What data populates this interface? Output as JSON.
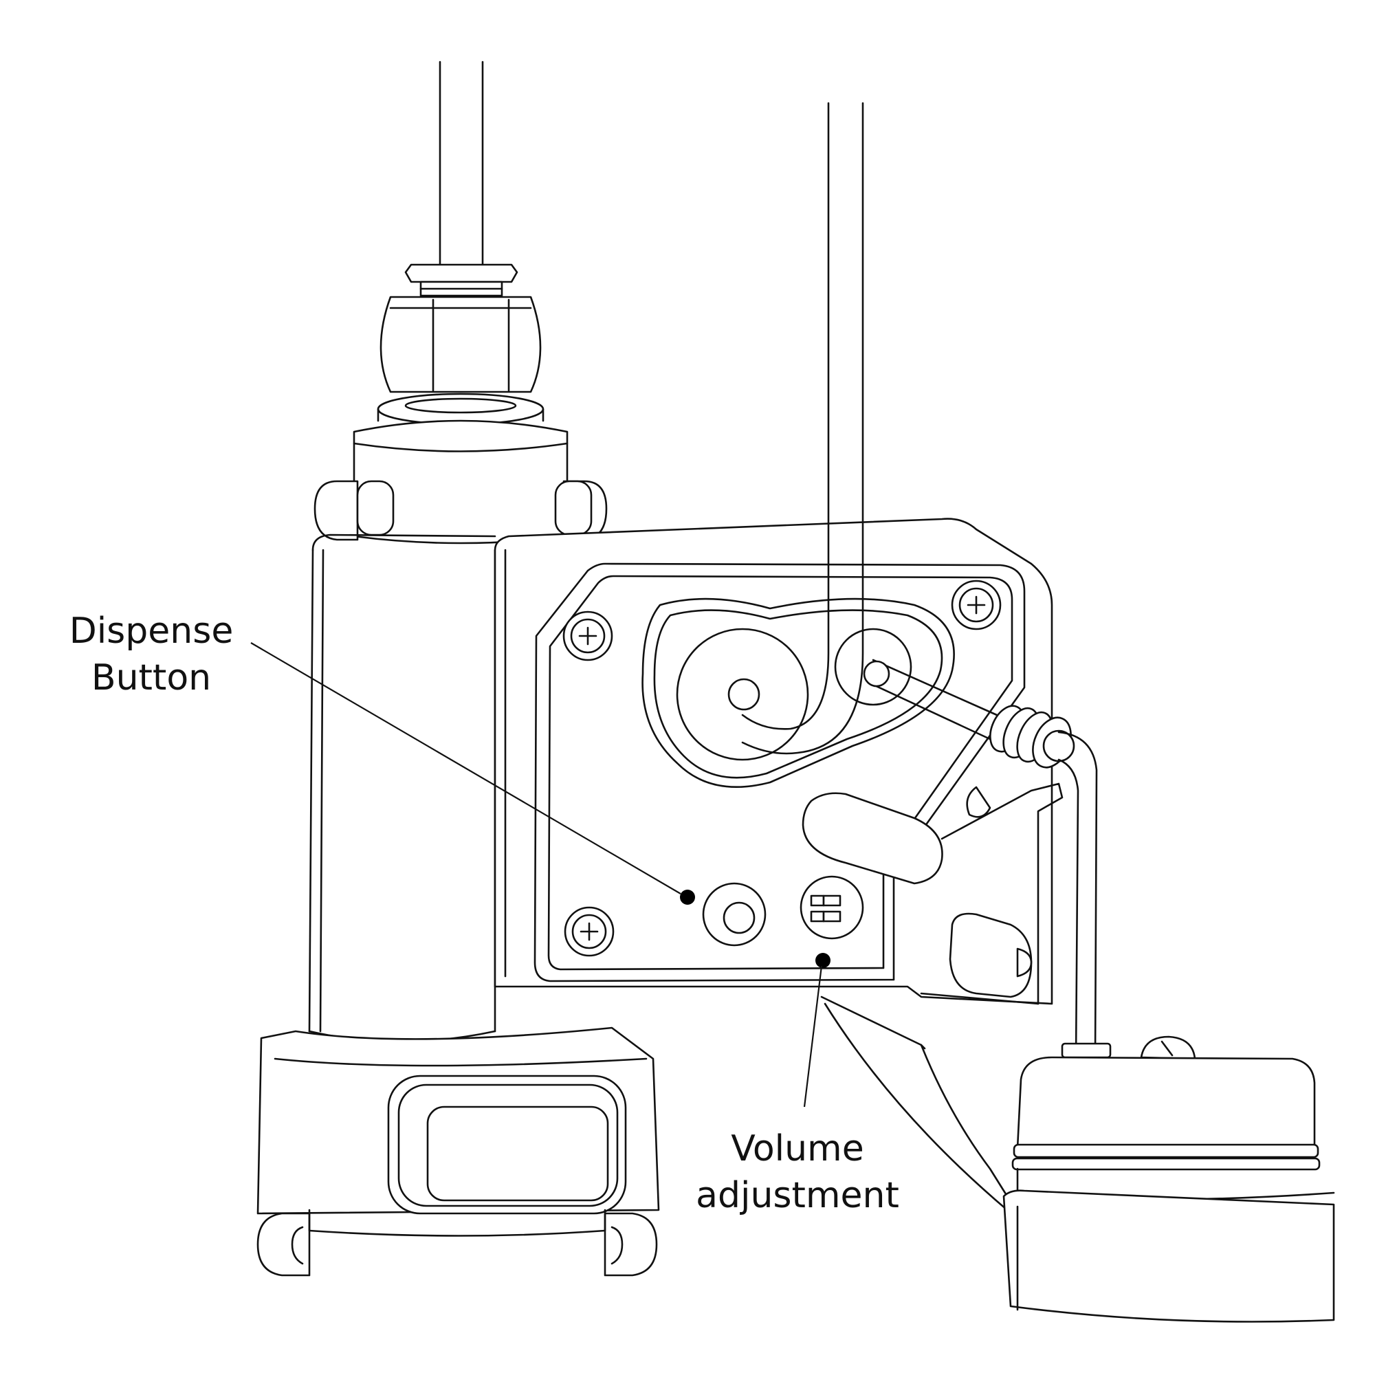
{
  "labels": {
    "dispense_button": [
      "Dispense",
      "Button"
    ],
    "volume_adjustment": [
      "Volume",
      "adjustment"
    ]
  },
  "colors": {
    "line": "#111111",
    "background": "#ffffff"
  }
}
